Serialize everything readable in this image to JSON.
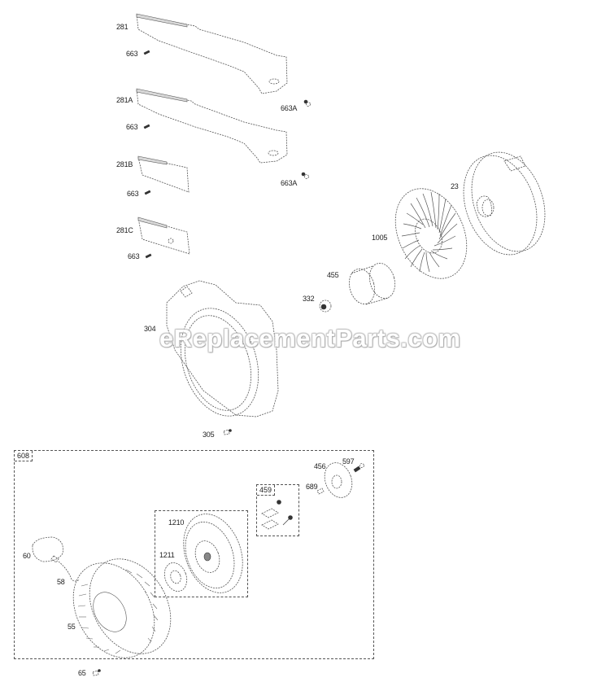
{
  "diagram": {
    "type": "exploded-parts-diagram",
    "watermark": "eReplacementParts.com",
    "parts": [
      {
        "id": "281",
        "label": "281",
        "name": "blower housing cover"
      },
      {
        "id": "663-a",
        "label": "663",
        "name": "screw"
      },
      {
        "id": "281A",
        "label": "281A",
        "name": "blower housing cover A"
      },
      {
        "id": "663A-a",
        "label": "663A",
        "name": "screw A"
      },
      {
        "id": "663-b",
        "label": "663",
        "name": "screw"
      },
      {
        "id": "281B",
        "label": "281B",
        "name": "cover plate B"
      },
      {
        "id": "663A-b",
        "label": "663A",
        "name": "screw A"
      },
      {
        "id": "663-c",
        "label": "663",
        "name": "screw"
      },
      {
        "id": "281C",
        "label": "281C",
        "name": "cover plate C"
      },
      {
        "id": "663-d",
        "label": "663",
        "name": "screw"
      },
      {
        "id": "23",
        "label": "23",
        "name": "flywheel"
      },
      {
        "id": "1005",
        "label": "1005",
        "name": "fan"
      },
      {
        "id": "455",
        "label": "455",
        "name": "rotating screen cup"
      },
      {
        "id": "332",
        "label": "332",
        "name": "nut"
      },
      {
        "id": "304",
        "label": "304",
        "name": "blower housing"
      },
      {
        "id": "305",
        "label": "305",
        "name": "screw"
      },
      {
        "id": "456",
        "label": "456",
        "name": "starter clutch"
      },
      {
        "id": "597",
        "label": "597",
        "name": "screw"
      },
      {
        "id": "689",
        "label": "689",
        "name": "spring"
      },
      {
        "id": "1210",
        "label": "1210",
        "name": "pulley"
      },
      {
        "id": "1211",
        "label": "1211",
        "name": "rewind spring"
      },
      {
        "id": "60",
        "label": "60",
        "name": "starter handle"
      },
      {
        "id": "58",
        "label": "58",
        "name": "starter rope"
      },
      {
        "id": "55",
        "label": "55",
        "name": "rewind starter housing"
      },
      {
        "id": "65",
        "label": "65",
        "name": "screw"
      }
    ],
    "groups": [
      {
        "id": "608",
        "label": "608",
        "name": "rewind starter assembly"
      },
      {
        "id": "459",
        "label": "459",
        "name": "pawl kit"
      }
    ]
  }
}
